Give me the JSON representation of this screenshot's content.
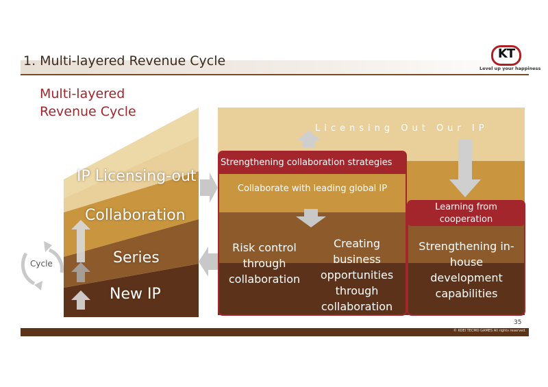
{
  "header": {
    "title": "1. Multi-layered Revenue Cycle",
    "logo_text": "KT",
    "tagline": "Level up your happiness"
  },
  "subtitle_lines": [
    "Multi-layered",
    "Revenue Cycle"
  ],
  "stair": {
    "layers": [
      "IP Licensing-out",
      "Collaboration",
      "Series",
      "New IP"
    ],
    "cycle_label": "Cycle"
  },
  "panels": {
    "licensing_out": "Licensing Out Our IP",
    "collab_header": "Strengthening collaboration strategies",
    "collab_global": "Collaborate with leading global IP",
    "risk_control": "Risk control through collaboration",
    "creating_business": "Creating business opportunities through collaboration",
    "learning_header": "Learning from cooperation",
    "strengthening": "Strengthening in-house development capabilities"
  },
  "footer": {
    "page_number": "35",
    "copyright": "© KOEI TECMO GAMES All rights reserved."
  },
  "colors": {
    "accent_red": "#a3262c",
    "layer_light": "#e9d09b",
    "layer_gold": "#c9963f",
    "layer_brown": "#8c5a2b",
    "layer_dark": "#5c331a"
  }
}
